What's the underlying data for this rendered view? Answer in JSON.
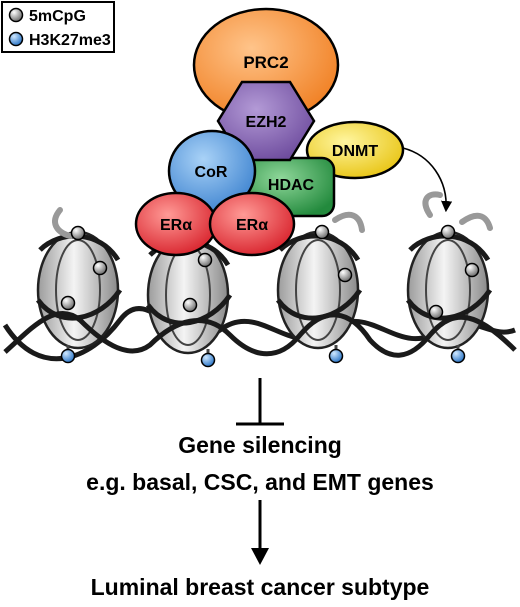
{
  "legend": {
    "items": [
      {
        "label": "5mCpG",
        "color": "#9a9a9a"
      },
      {
        "label": "H3K27me3",
        "color": "#4a90d9"
      }
    ]
  },
  "complex": {
    "prc2": {
      "label": "PRC2",
      "color": "#f7923a"
    },
    "ezh2": {
      "label": "EZH2",
      "color": "#7b5ba6"
    },
    "dnmt": {
      "label": "DNMT",
      "color": "#f2d321"
    },
    "cor": {
      "label": "CoR",
      "color": "#4a8fd6"
    },
    "hdac": {
      "label": "HDAC",
      "color": "#2f9a4a"
    },
    "era1": {
      "label": "ERα",
      "color": "#e2323a"
    },
    "era2": {
      "label": "ERα",
      "color": "#e2323a"
    }
  },
  "outcome": {
    "line1": "Gene silencing",
    "line2": "e.g. basal, CSC, and EMT genes",
    "final": "Luminal breast cancer subtype"
  }
}
